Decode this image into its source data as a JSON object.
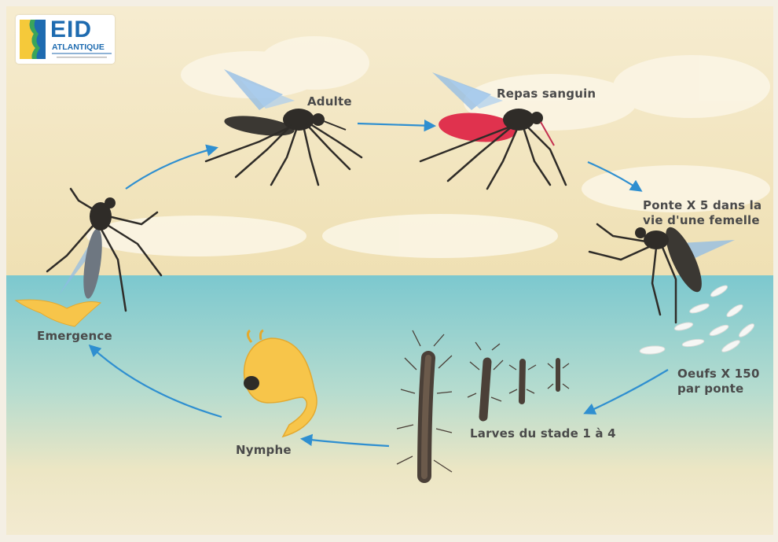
{
  "logo": {
    "name": "EID",
    "subtitle": "ATLANTIQUE",
    "icon": "eid-atlantique-logo"
  },
  "stages": {
    "adult": "Adulte",
    "blood_meal": "Repas sanguin",
    "laying": "Ponte X 5 dans la vie d'une femelle",
    "eggs": "Oeufs X 150 par ponte",
    "larvae": "Larves du stade 1 à 4",
    "pupa": "Nymphe",
    "emergence": "Emergence"
  },
  "colors": {
    "sky": "#f3e8c6",
    "water": "#7fcad0",
    "arrow": "#2f8fd0",
    "label": "#4a4a4a",
    "mosquito_body": "#3b3833",
    "wing": "#7fb2e0",
    "blood": "#e0324e",
    "pupa": "#f7c54a"
  }
}
